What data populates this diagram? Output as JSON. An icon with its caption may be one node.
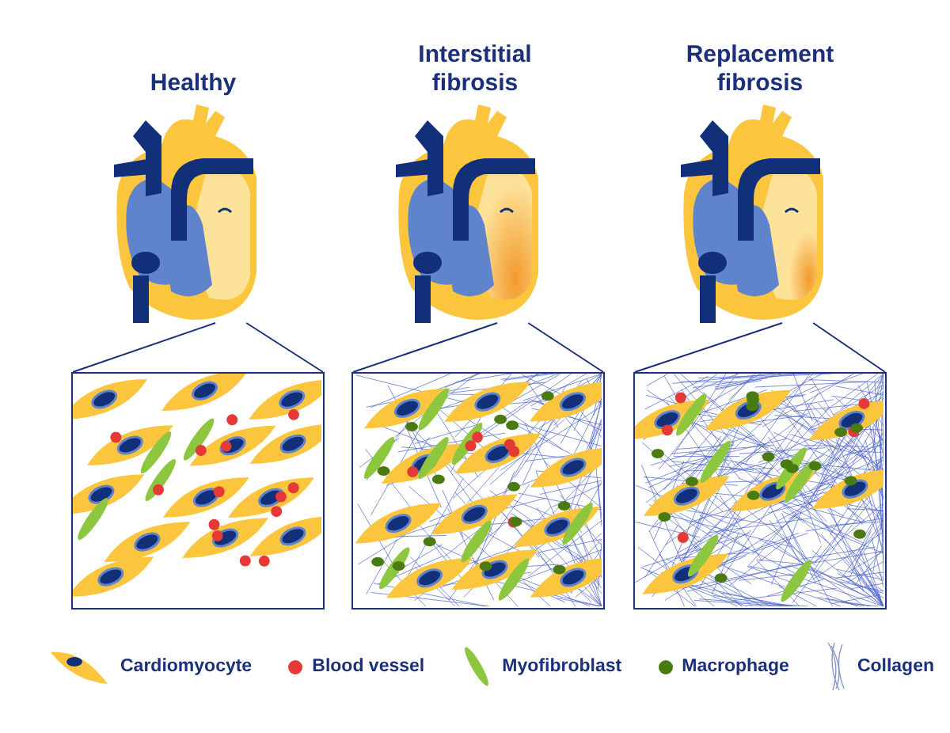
{
  "diagram": {
    "nodes": [
      {
        "text": [
          "Healthy"
        ]
      },
      {
        "text": [
          "Interstitial fibrosis"
        ]
      },
      {
        "text": [
          "Replacement fibrosis"
        ]
      },
      {
        "text": [],
        "shape": "box"
      },
      {
        "text": [],
        "shape": "box"
      },
      {
        "text": [],
        "shape": "box"
      }
    ],
    "edges": [
      {
        "from": 0,
        "to": 3,
        "arrow": "none"
      },
      {
        "from": 0,
        "to": 3,
        "arrow": "none"
      },
      {
        "from": 1,
        "to": 4,
        "arrow": "none"
      },
      {
        "from": 1,
        "to": 4,
        "arrow": "none"
      },
      {
        "from": 2,
        "to": 5,
        "arrow": "none"
      },
      {
        "from": 2,
        "to": 5,
        "arrow": "none"
      }
    ],
    "legend": [
      {
        "text": "Cardiomyocyte"
      },
      {
        "text": "Blood vessel",
        "color": "#e53935"
      },
      {
        "text": "Myofibroblast"
      },
      {
        "text": "Macrophage",
        "color": "#4a7a12"
      },
      {
        "text": "Collagen"
      }
    ]
  }
}
